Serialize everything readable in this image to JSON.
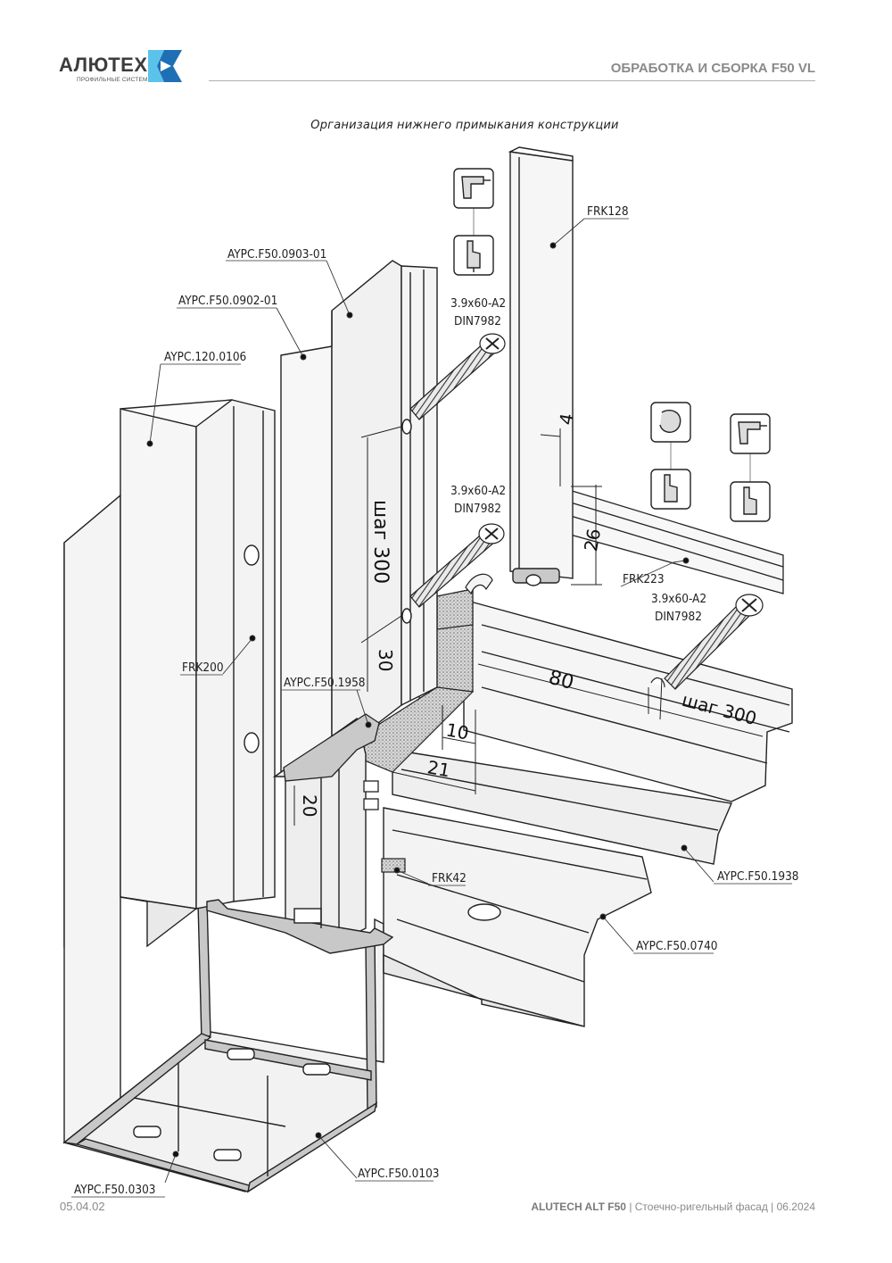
{
  "header": {
    "logo_text": "АЛЮТЕХ",
    "logo_subtitle": "ПРОФИЛЬНЫЕ СИСТЕМЫ",
    "title": "ОБРАБОТКА И СБОРКА F50 VL",
    "brand_colors": {
      "blue_light": "#5bc3ea",
      "blue_dark": "#1f6fb5"
    }
  },
  "diagram": {
    "title": "Организация нижнего примыкания конструкции",
    "callouts": {
      "frk128": "FRK128",
      "aypc_0903": "AYPC.F50.0903-01",
      "aypc_0902": "AYPC.F50.0902-01",
      "aypc_120": "AYPC.120.0106",
      "screw_1_a": "3.9x60-A2",
      "screw_1_b": "DIN7982",
      "screw_2_a": "3.9x60-A2",
      "screw_2_b": "DIN7982",
      "screw_3_a": "3.9x60-A2",
      "screw_3_b": "DIN7982",
      "frk223": "FRK223",
      "frk200": "FRK200",
      "aypc_1958": "AYPC.F50.1958",
      "frk42": "FRK42",
      "aypc_1938": "AYPC.F50.1938",
      "aypc_0740": "AYPC.F50.0740",
      "aypc_0303": "AYPC.F50.0303",
      "aypc_0103": "AYPC.F50.0103"
    },
    "dimensions": {
      "d4": "4",
      "d26": "26",
      "step300_v": "шаг 300",
      "d30": "30",
      "d80": "80",
      "step300_h": "шаг 300",
      "d10": "10",
      "d21": "21",
      "d20": "20"
    },
    "tool_icons": [
      "drill-icon",
      "hand-press-icon",
      "glue-icon",
      "hand-press-icon",
      "drill-icon",
      "hand-press-icon"
    ]
  },
  "footer": {
    "page_code": "05.04.02",
    "brand": "ALUTECH ALT F50",
    "description": " | Стоечно-ригельный фасад | 06.2024"
  }
}
